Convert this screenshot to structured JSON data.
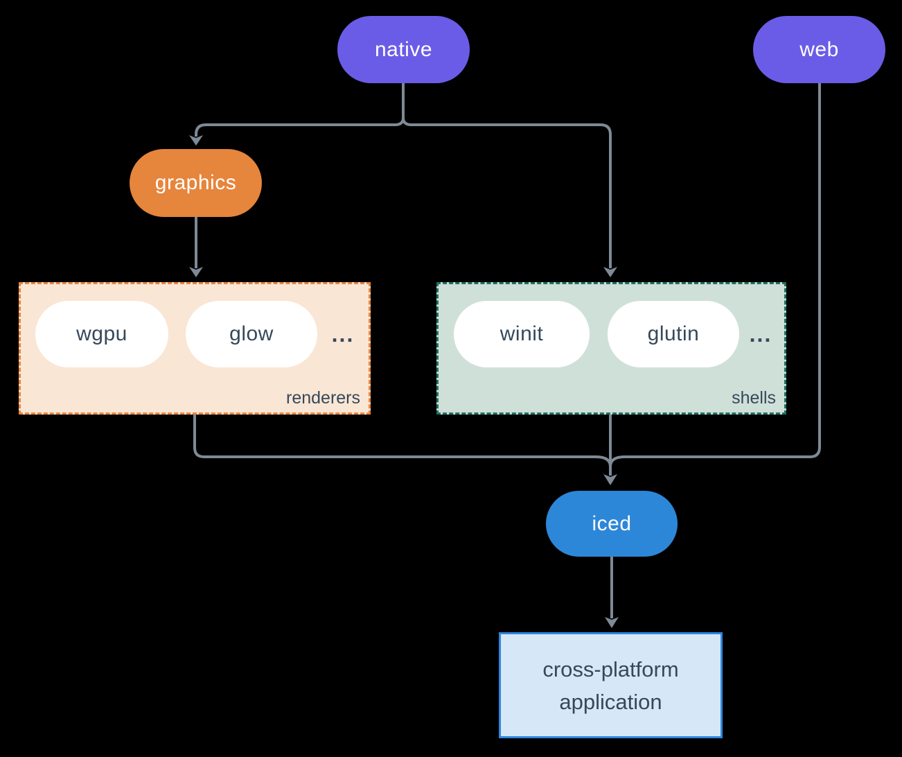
{
  "diagram": {
    "type": "flowchart",
    "background_color": "#000000",
    "line_color": "#7e8a96",
    "nodes": {
      "native": {
        "label": "native",
        "fill": "#6b5ce7",
        "text_color": "#ffffff"
      },
      "web": {
        "label": "web",
        "fill": "#6b5ce7",
        "text_color": "#ffffff"
      },
      "graphics": {
        "label": "graphics",
        "fill": "#e6853c",
        "text_color": "#ffffff"
      },
      "iced": {
        "label": "iced",
        "fill": "#2d87d8",
        "text_color": "#ffffff"
      }
    },
    "groups": {
      "renderers": {
        "label": "renderers",
        "fill": "#fae6d5",
        "border_color": "#e8843c",
        "item_fill": "#ffffff",
        "item_text_color": "#36485a",
        "items": [
          "wgpu",
          "glow"
        ],
        "ellipsis": "..."
      },
      "shells": {
        "label": "shells",
        "fill": "#cfe0d9",
        "border_color": "#1e6f62",
        "item_fill": "#ffffff",
        "item_text_color": "#36485a",
        "items": [
          "winit",
          "glutin"
        ],
        "ellipsis": "..."
      }
    },
    "application": {
      "label_line1": "cross-platform",
      "label_line2": "application",
      "fill": "#d6e8f7",
      "border_color": "#2e86de",
      "text_color": "#36485a"
    },
    "edges": [
      {
        "from": "native",
        "to": "graphics"
      },
      {
        "from": "native",
        "to": "shells"
      },
      {
        "from": "graphics",
        "to": "renderers"
      },
      {
        "from": "renderers",
        "to": "iced"
      },
      {
        "from": "shells",
        "to": "iced"
      },
      {
        "from": "web",
        "to": "iced"
      },
      {
        "from": "iced",
        "to": "application"
      }
    ]
  }
}
